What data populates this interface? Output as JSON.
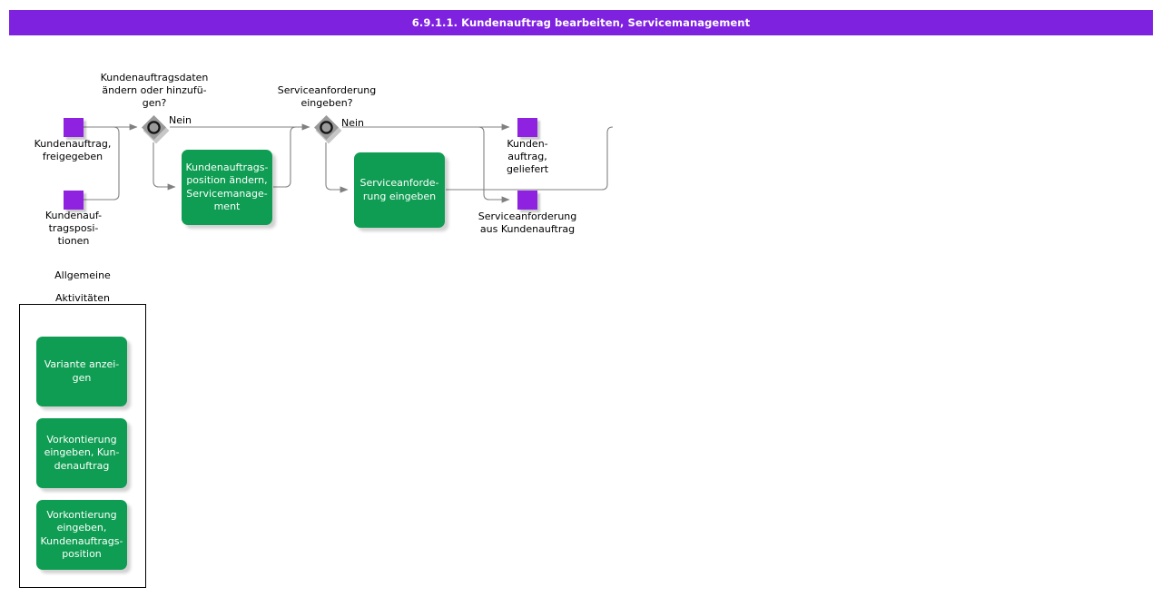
{
  "window": {
    "title": "6.9.1.1. Kundenauftrag bearbeiten, Servicemanagement",
    "titlebar_color": "#7F22E0",
    "background": "#ffffff"
  },
  "colors": {
    "event_purple": "#8E22E0",
    "function_green": "#0E9D52",
    "gateway_gray": "#999999",
    "connector_gray": "#808080",
    "text_black": "#000000",
    "text_white": "#ffffff"
  },
  "diagram": {
    "type": "epc-process-flow",
    "events": [
      {
        "id": "event-kundenauftrag-freigegeben",
        "name": "kundenauftrag-freigegeben",
        "label": "Kundenauftrag,\nfreigegeben",
        "kind": "start"
      },
      {
        "id": "event-kundenauftragspositionen",
        "name": "kundenauftragspositionen",
        "label": "Kundenauf-\ntragsposi-\ntionen",
        "kind": "start"
      },
      {
        "id": "event-kundenauftrag-geliefert",
        "name": "kundenauftrag-geliefert",
        "label": "Kunden-\nauftrag,\ngeliefert",
        "kind": "end"
      },
      {
        "id": "event-serviceanforderung-aus-kundenauftrag",
        "name": "serviceanforderung-aus-kundenauftrag",
        "label": "Serviceanforderung\naus  Kundenauftrag",
        "kind": "end"
      }
    ],
    "gateways": [
      {
        "id": "gateway-kundenauftragsdaten",
        "name": "kundenauftragsdaten-aendern",
        "question": "Kundenauftragsdaten\nändern oder  hinzufü-\ngen?",
        "branch_label": "Nein",
        "operator": "xor"
      },
      {
        "id": "gateway-serviceanforderung",
        "name": "serviceanforderung-eingeben",
        "question": "Serviceanforderung\neingeben?",
        "branch_label": "Nein",
        "operator": "xor"
      }
    ],
    "functions": [
      {
        "id": "func-kundenauftragsposition",
        "name": "kundenauftragsposition-aendern",
        "label": "Kundenauftrags-\nposition  ändern,\nServicemanage-\nment"
      },
      {
        "id": "func-serviceanforderung",
        "name": "serviceanforderung-eingeben",
        "label": "Serviceanforde-\nrung      eingeben"
      }
    ]
  },
  "group": {
    "caption": "Allgemeine\nAktivitäten",
    "items": [
      {
        "id": "func-variante-anzeigen",
        "name": "variante-anzeigen",
        "label": "Variante anzei-\ngen"
      },
      {
        "id": "func-vorkontierung-kundenauftrag",
        "name": "vorkontierung-eingeben-kundenauftrag",
        "label": "Vorkontierung\neingeben, Kun-\ndenauftrag"
      },
      {
        "id": "func-vorkontierung-kundenauftragsposition",
        "name": "vorkontierung-eingeben-kundenauftragsposition",
        "label": "Vorkontierung\neingeben,\nKundenauftrags-\nposition"
      }
    ]
  }
}
